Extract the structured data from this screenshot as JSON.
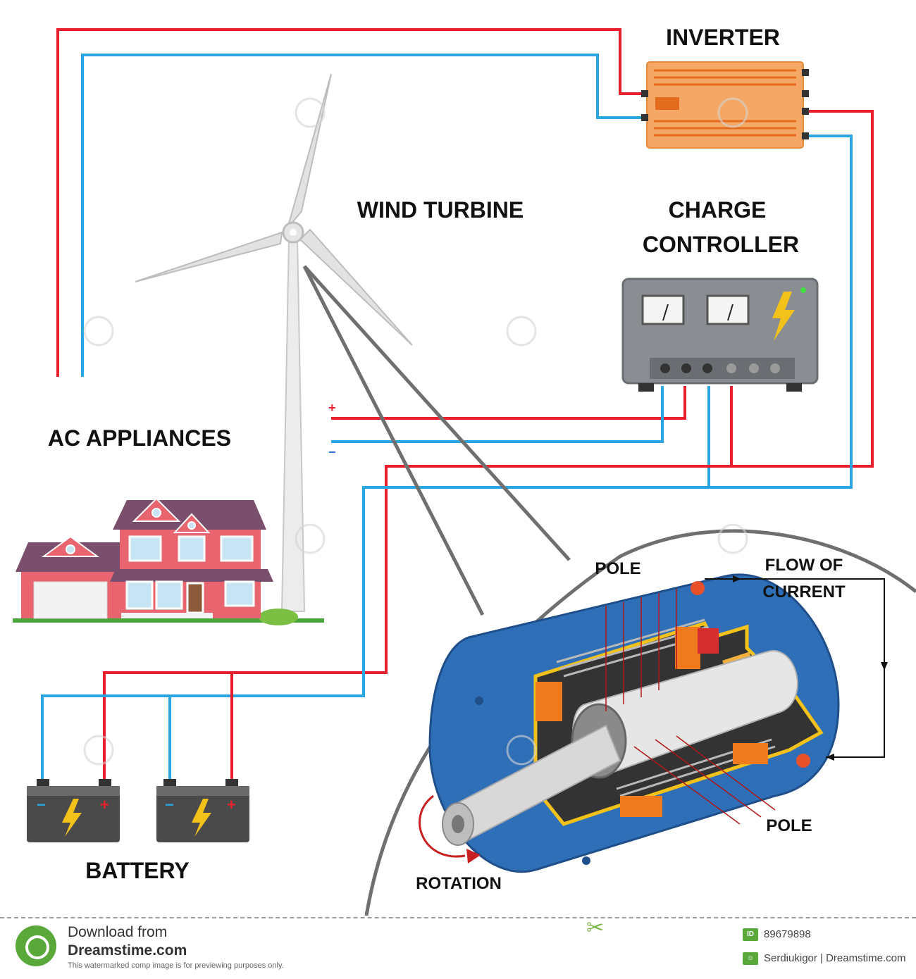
{
  "labels": {
    "inverter": "INVERTER",
    "wind_turbine": "WIND TURBINE",
    "charge_controller_1": "CHARGE",
    "charge_controller_2": "CONTROLLER",
    "ac_appliances": "AC APPLIANCES",
    "battery": "BATTERY",
    "pole_top": "POLE",
    "pole_bottom": "POLE",
    "flow_of_current_1": "FLOW OF",
    "flow_of_current_2": "CURRENT",
    "rotation": "ROTATION",
    "plus_sign": "+",
    "minus_sign": "−"
  },
  "battery_terminals": {
    "minus": "−",
    "plus": "+"
  },
  "watermark": "dreamstime",
  "footer": {
    "download_line": "Download from",
    "site": "Dreamstime.com",
    "disclaimer": "This watermarked comp image is for previewing purposes only.",
    "id_badge": "ID",
    "id_value": "89679898",
    "author_badge": "☺",
    "author": "Serdiukigor | Dreamstime.com"
  },
  "colors": {
    "positive_wire": "#e8202e",
    "negative_wire": "#2aa5e0",
    "generator_body": "#2e6fb8",
    "inverter": "#f5a865",
    "controller": "#8a8d91",
    "house": "#e8646f",
    "roof": "#7a4f6e",
    "battery": "#555555",
    "bolt": "#f2c21b"
  },
  "icons": [
    "wind-turbine-icon",
    "house-icon",
    "battery-icon",
    "lightning-bolt-icon",
    "inverter-icon",
    "charge-controller-icon",
    "generator-cutaway-icon",
    "rotation-arrow-icon",
    "scissors-icon",
    "dreamstime-logo-icon"
  ]
}
